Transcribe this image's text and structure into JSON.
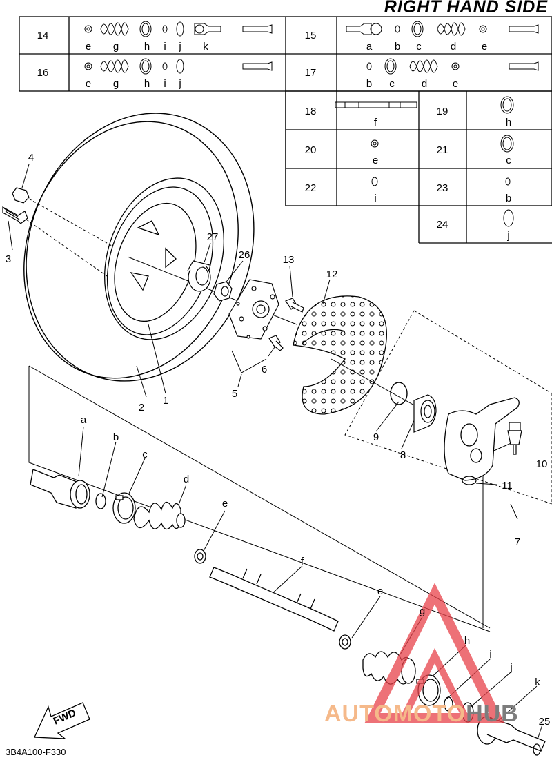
{
  "title": "RIGHT HAND SIDE",
  "drawing_code": "3B4A100-F330",
  "fwd_label": "FWD",
  "watermark": {
    "part_a": "AUTOMOTO",
    "part_b": "HUB",
    "color_a": "#f5b98a",
    "color_b": "#7d7d7d",
    "logo_color": "#e8424a"
  },
  "kit_table": {
    "left": [
      {
        "num": "14",
        "letters": [
          "e",
          "g",
          "h",
          "i",
          "j",
          "k"
        ]
      },
      {
        "num": "16",
        "letters": [
          "e",
          "g",
          "h",
          "i",
          "j"
        ]
      }
    ],
    "right": [
      {
        "num": "15",
        "letters": [
          "a",
          "b",
          "c",
          "d",
          "e"
        ]
      },
      {
        "num": "17",
        "letters": [
          "b",
          "c",
          "d",
          "e"
        ]
      }
    ],
    "single": [
      {
        "num": "18",
        "letter": "f"
      },
      {
        "num": "19",
        "letter": "h"
      },
      {
        "num": "20",
        "letter": "e"
      },
      {
        "num": "21",
        "letter": "c"
      },
      {
        "num": "22",
        "letter": "i"
      },
      {
        "num": "23",
        "letter": "b"
      },
      {
        "num": "24",
        "letter": "j"
      }
    ]
  },
  "callouts": [
    "1",
    "2",
    "3",
    "4",
    "5",
    "6",
    "7",
    "8",
    "9",
    "10",
    "11",
    "12",
    "13",
    "25",
    "26",
    "27",
    "a",
    "b",
    "c",
    "d",
    "e",
    "e",
    "f",
    "g",
    "h",
    "i",
    "j",
    "k"
  ]
}
